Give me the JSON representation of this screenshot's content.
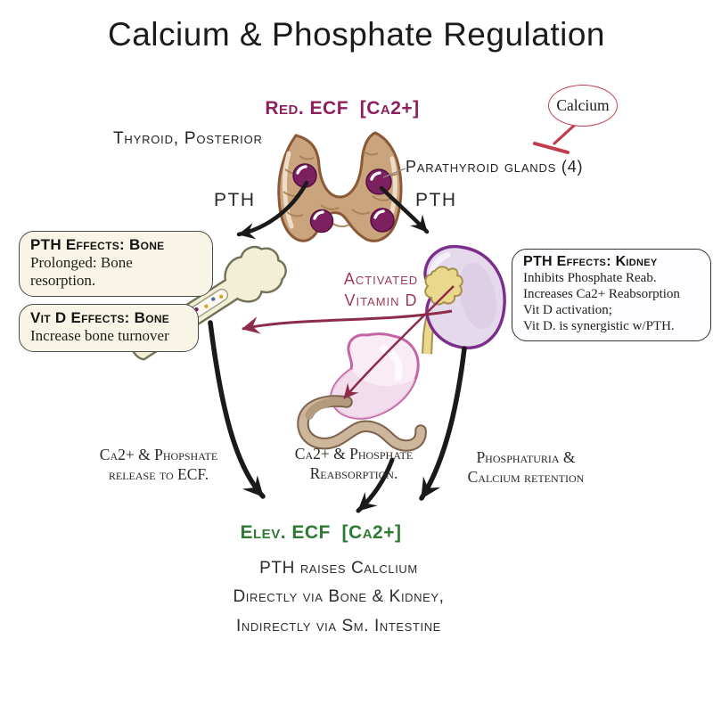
{
  "title": "Calcium & Phosphate Regulation",
  "top": {
    "red_ecf": "Red. ECF  [Ca2+]",
    "thyroid_label": "Thyroid, Posterior",
    "calcium_bubble": "Calcium",
    "parathyroid_label": "Parathyroid glands (4)",
    "pth_left": "PTH",
    "pth_right": "PTH"
  },
  "boxes": {
    "pth_bone": {
      "title": "PTH Effects: Bone",
      "body": "Prolonged: Bone resorption."
    },
    "vitd_bone": {
      "title": "Vit D Effects: Bone",
      "body": "Increase bone turnover"
    },
    "pth_kidney": {
      "title": "PTH Effects: Kidney",
      "line1": "Inhibits Phosphate Reab.",
      "line2": "Increases Ca2+ Reabsorption",
      "line3": "Vit D activation;",
      "line4": "Vit D. is synergistic w/PTH."
    }
  },
  "middle": {
    "activated_vitd_line1": "Activated",
    "activated_vitd_line2": "Vitamin D"
  },
  "flow": {
    "bone_line1": "Ca2+ & Phopshate",
    "bone_line2": "release to ECF.",
    "gut_line1": "Ca2+ & Phosphate",
    "gut_line2": "Reabsorption.",
    "kidney_line1": "Phosphaturia &",
    "kidney_line2": "Calcium retention"
  },
  "bottom": {
    "elev_ecf": "Elev. ECF  [Ca2+]",
    "summary_line1": "PTH raises Calclium",
    "summary_line2": "Directly via Bone & Kidney,",
    "summary_line3": "Indirectly via Sm. Intestine"
  },
  "colors": {
    "magenta_text": "#8e1f5e",
    "maroon_arrow": "#8c2b4a",
    "green_text": "#2e7a33",
    "red_inhibit": "#c23b4c",
    "black_arrow": "#1a1a1a",
    "box_cream": "#f8f5e6",
    "thyroid_tan": "#c9a47d",
    "parathyroid_purple": "#7d2060",
    "kidney_purple": "#7b2d8b",
    "stomach_pink": "#c565a5"
  },
  "illustrations": {
    "thyroid": "thyroid-gland-illustration",
    "parathyroids": "parathyroid-glands-illustration",
    "bone": "femur-bone-illustration",
    "kidney": "kidney-illustration",
    "stomach": "stomach-illustration",
    "intestine": "small-intestine-illustration",
    "calcium_inhibitor": "calcium-inhibition-tbar"
  }
}
